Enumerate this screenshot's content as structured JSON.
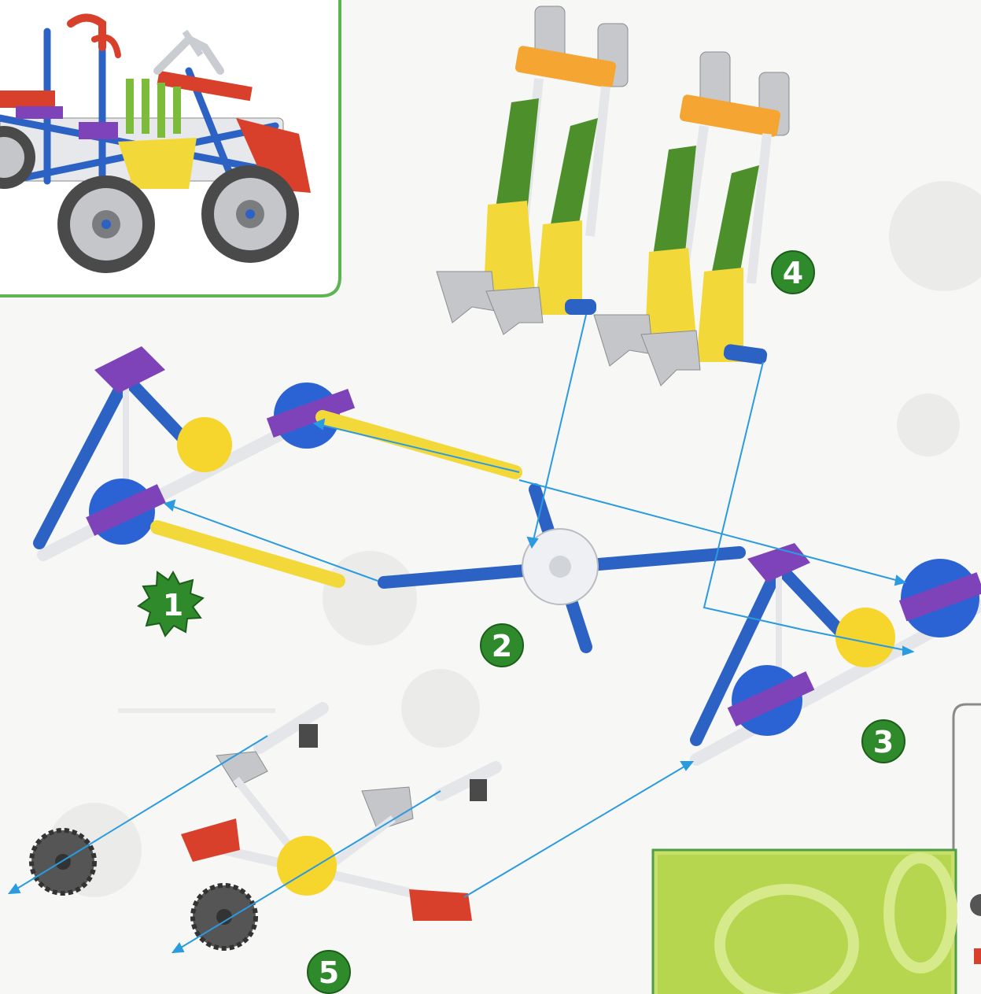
{
  "page": {
    "background": "#f7f8f6",
    "accent_green": "#2f8a2b",
    "frame_green": "#5cb452"
  },
  "steps": [
    {
      "number": "1",
      "badge": "starburst"
    },
    {
      "number": "2",
      "badge": "circle"
    },
    {
      "number": "3",
      "badge": "circle"
    },
    {
      "number": "4",
      "badge": "circle"
    },
    {
      "number": "5",
      "badge": "circle"
    }
  ],
  "piece_colors": {
    "blue_rod": "#2b62c4",
    "yellow_rod": "#f3d83a",
    "white_rod": "#e4e6ea",
    "grey_connector": "#b9bcc0",
    "purple_connector": "#7e43b8",
    "blue_connector": "#2c63d4",
    "yellow_connector": "#f6d52d",
    "green_connector": "#4c8f2b",
    "orange_connector": "#f5a532",
    "red_connector": "#d9402b",
    "dark_grey_gear": "#555555",
    "arrow": "#2a9be0"
  }
}
